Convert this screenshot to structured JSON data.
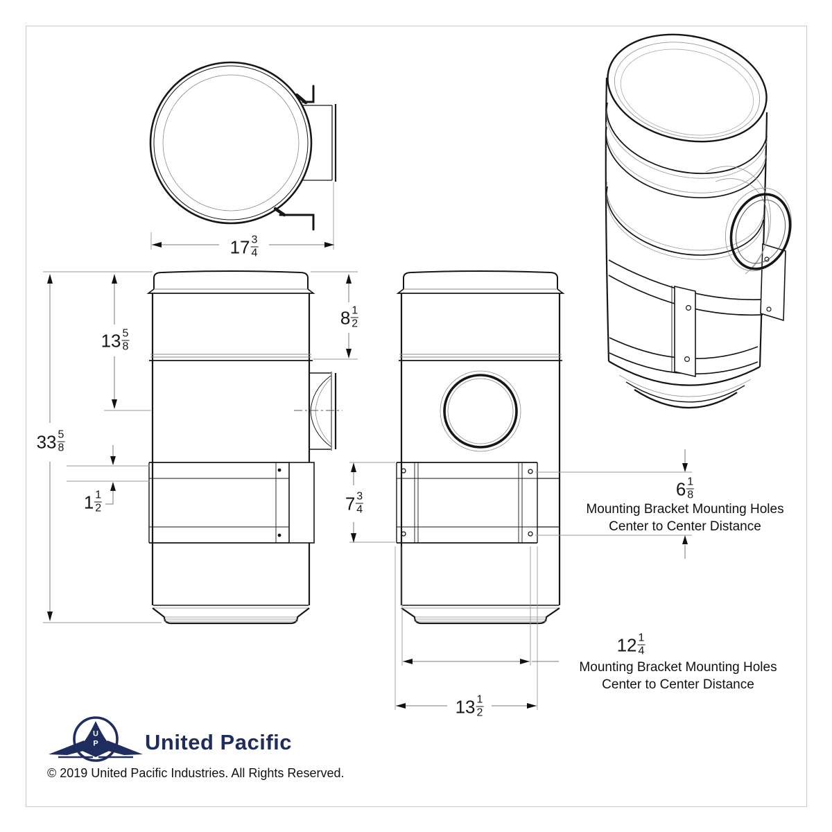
{
  "dimensions": {
    "top_width": {
      "whole": "17",
      "num": "3",
      "den": "4"
    },
    "upper_height": {
      "whole": "8",
      "num": "1",
      "den": "2"
    },
    "port_center_from_top": {
      "whole": "13",
      "num": "5",
      "den": "8"
    },
    "overall_height": {
      "whole": "33",
      "num": "5",
      "den": "8"
    },
    "strap_width": {
      "whole": "1",
      "num": "1",
      "den": "2"
    },
    "band_height": {
      "whole": "7",
      "num": "3",
      "den": "4"
    },
    "holes_vertical_cc": {
      "whole": "6",
      "num": "1",
      "den": "8"
    },
    "holes_horizontal_cc": {
      "whole": "12",
      "num": "1",
      "den": "4"
    },
    "band_width": {
      "whole": "13",
      "num": "1",
      "den": "2"
    }
  },
  "annotations": {
    "right_note_line1": "Mounting Bracket Mounting Holes",
    "right_note_line2": "Center to Center Distance",
    "bottom_note_line1": "Mounting Bracket Mounting Holes",
    "bottom_note_line2": "Center to Center Distance"
  },
  "branding": {
    "logo_text": "United Pacific",
    "monogram_top": "U",
    "monogram_bottom": "P",
    "copyright": "© 2019 United Pacific Industries. All Rights Reserved.",
    "navy": "#1e2c5e"
  },
  "colors": {
    "line": "#161616",
    "thin_line": "#999999",
    "dim_line": "#777777",
    "frame": "#c9c9c9"
  }
}
